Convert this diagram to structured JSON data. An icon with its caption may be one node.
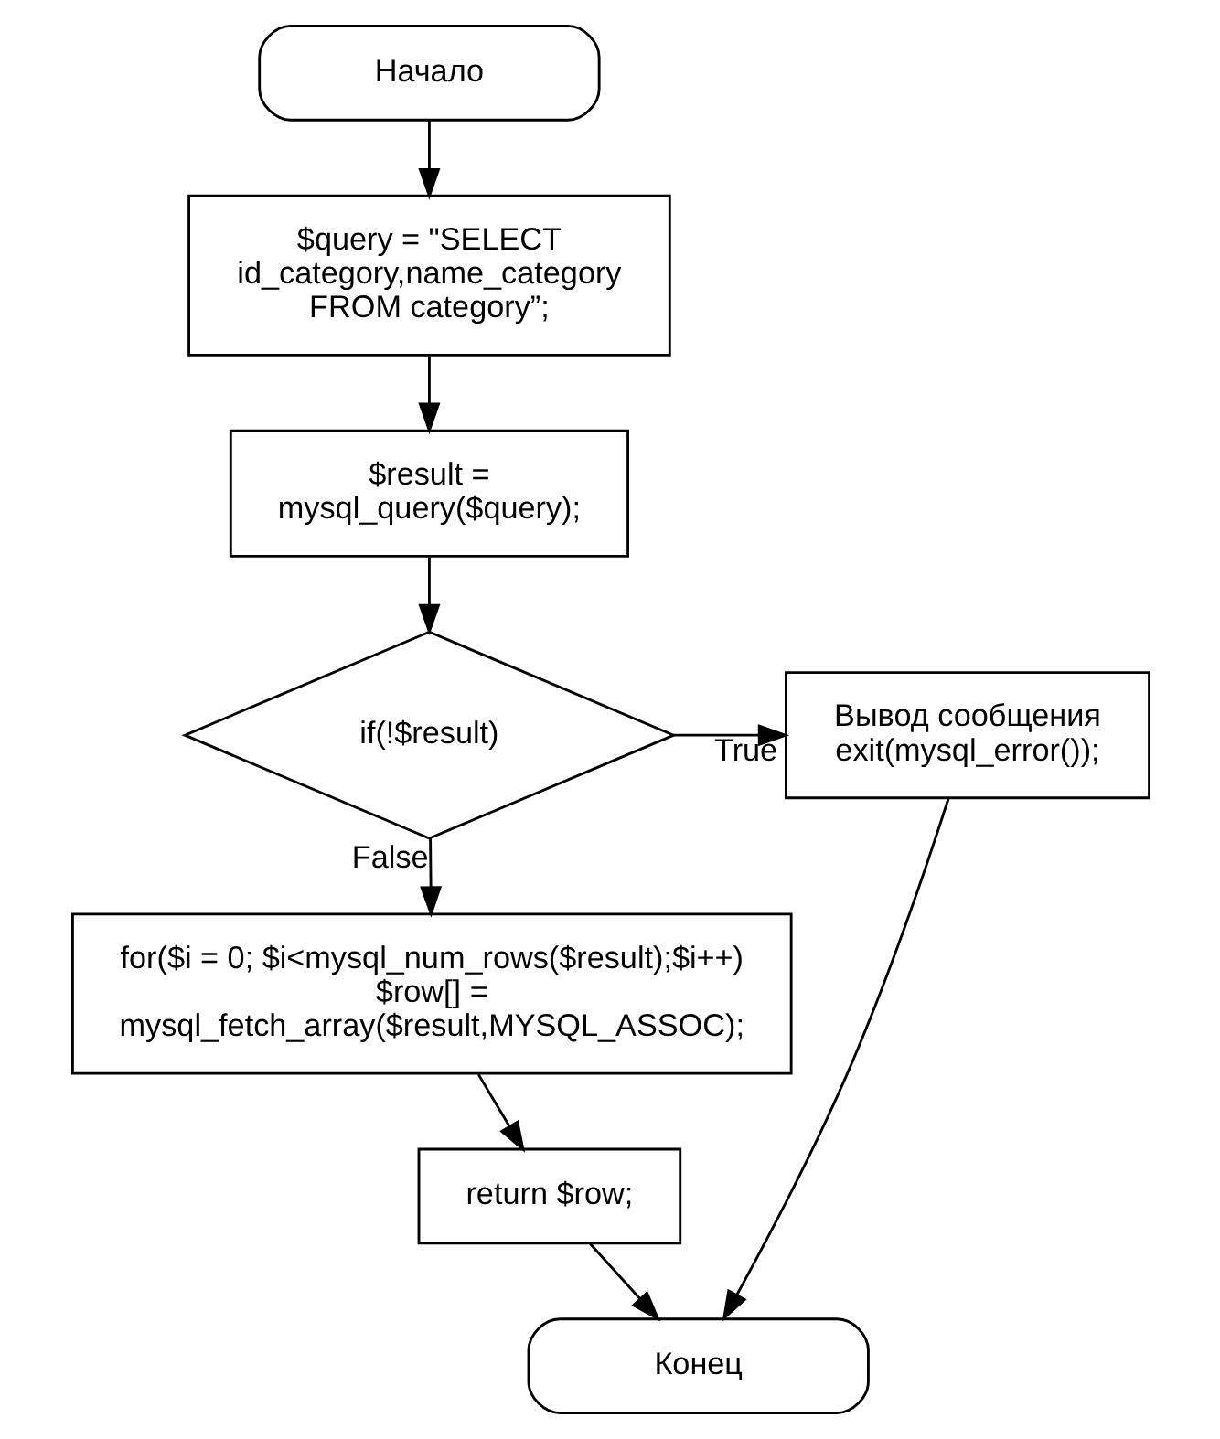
{
  "diagram": {
    "nodes": [
      {
        "text": [
          "Начало"
        ]
      },
      {
        "text": [
          "$query = \"SELECT id_category,name_category FROM category”;"
        ]
      },
      {
        "text": [
          "$result = mysql_query($query);"
        ]
      },
      {
        "text": [
          "if(!$result)"
        ]
      },
      {
        "text": [
          "Вывод сообщения exit(mysql_error());"
        ]
      },
      {
        "text": [
          "for($i = 0; $i<mysql_num_rows($result);$i++) $row[] = mysql_fetch_array($result,MYSQL_ASSOC);"
        ]
      },
      {
        "text": [
          "return $row;"
        ]
      },
      {
        "text": [
          "Конец"
        ]
      }
    ],
    "edges": [
      {
        "from": 0,
        "to": 1,
        "arrow": "to"
      },
      {
        "from": 1,
        "to": 2,
        "arrow": "to"
      },
      {
        "from": 2,
        "to": 3,
        "arrow": "to"
      },
      {
        "from": 3,
        "to": 4,
        "arrow": "to",
        "label": "True"
      },
      {
        "from": 3,
        "to": 5,
        "arrow": "to",
        "label": "False"
      },
      {
        "from": 5,
        "to": 6,
        "arrow": "to"
      },
      {
        "from": 6,
        "to": 7,
        "arrow": "to"
      },
      {
        "from": 4,
        "to": 7,
        "arrow": "to"
      }
    ]
  }
}
